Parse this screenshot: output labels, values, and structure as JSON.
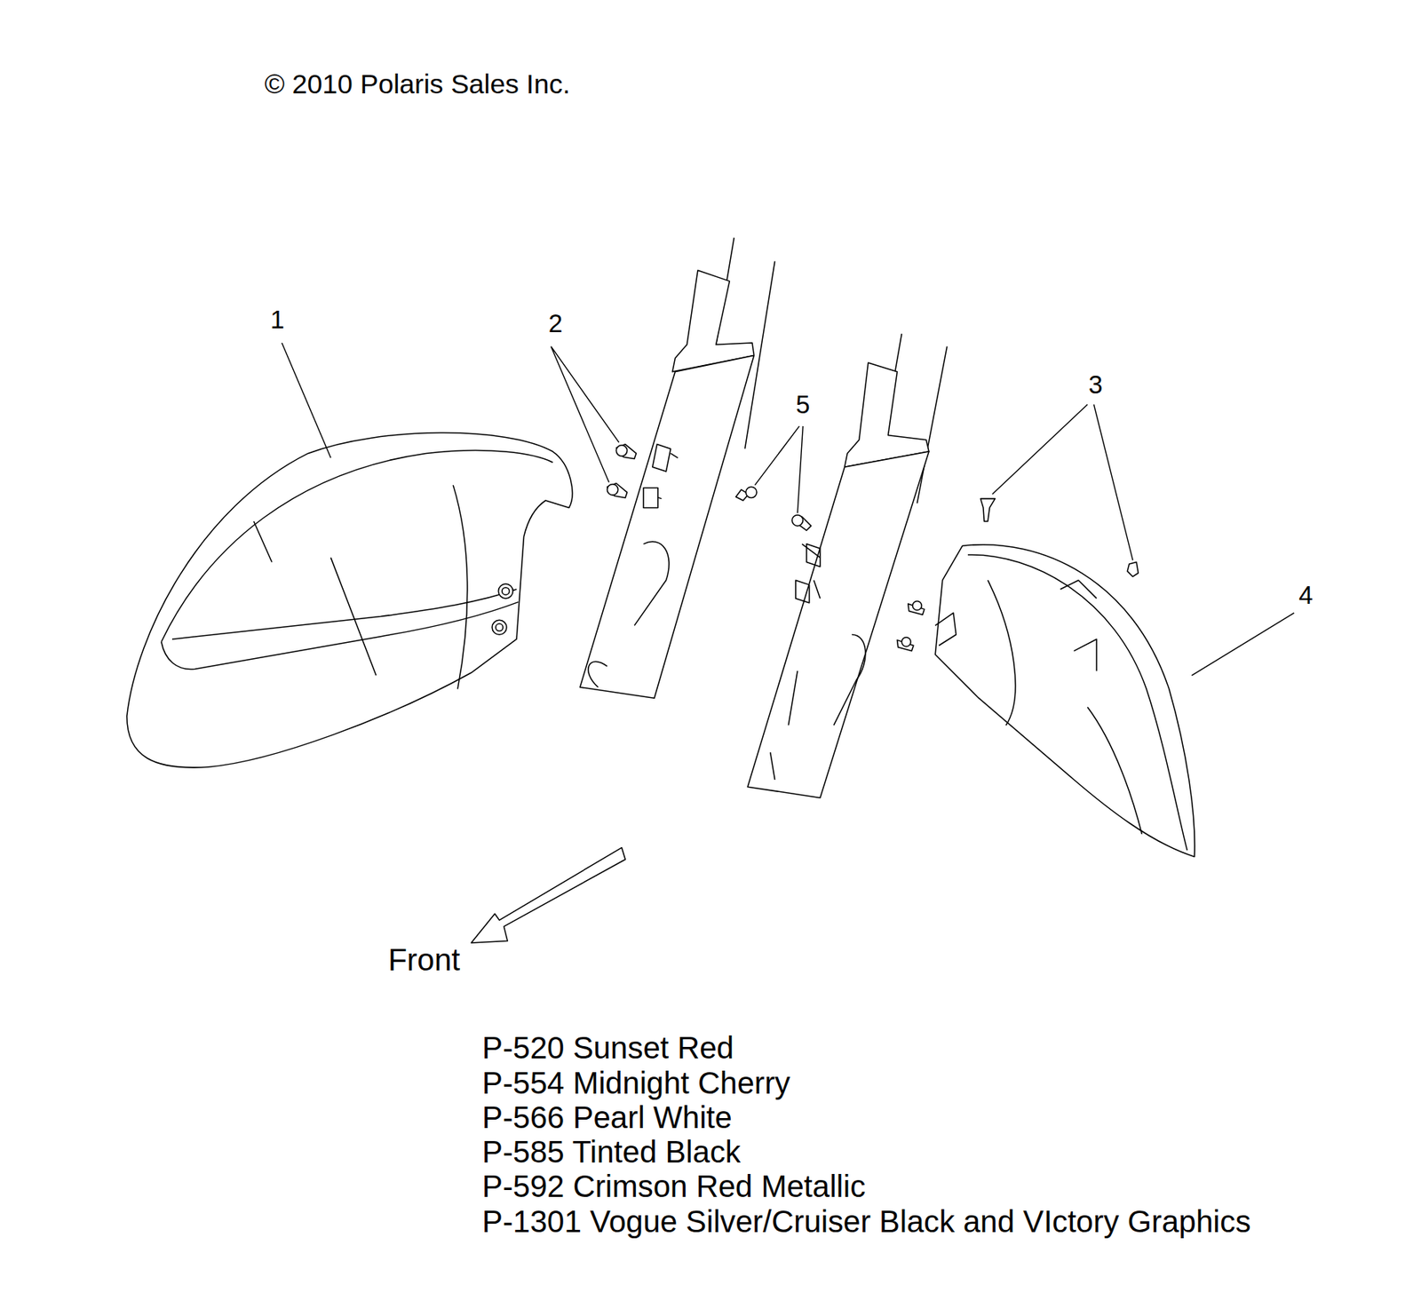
{
  "diagram": {
    "labels": [
      "© 2010 Polaris Sales Inc.",
      "1",
      "2",
      "5",
      "3",
      "4",
      "Front",
      "P-520 Sunset Red",
      "P-554 Midnight Cherry",
      "P-566 Pearl White",
      "P-585 Tinted Black",
      "P-592 Crimson Red Metallic",
      "P-1301 Vogue Silver/Cruiser Black and VIctory Graphics"
    ]
  }
}
